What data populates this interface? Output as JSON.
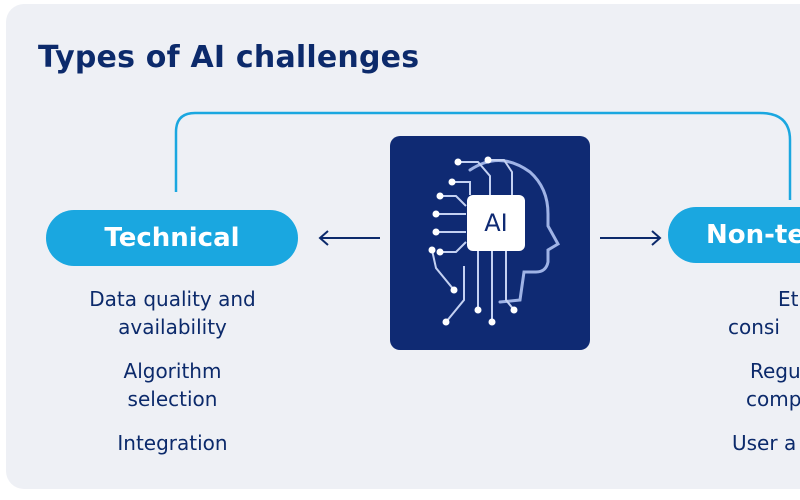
{
  "title": "Types of AI challenges",
  "center": {
    "chip_label": "AI"
  },
  "left": {
    "label": "Technical",
    "items": [
      {
        "line1": "Data quality and",
        "line2": "availability"
      },
      {
        "line1": "Algorithm",
        "line2": "selection"
      },
      {
        "line1": "Integration",
        "line2": ""
      }
    ]
  },
  "right": {
    "label": "Non-te",
    "items": [
      {
        "line1": "Et",
        "line2": "consi"
      },
      {
        "line1": "Regu",
        "line2": "comp"
      },
      {
        "line1": "User a",
        "line2": ""
      }
    ]
  },
  "colors": {
    "panel_bg": "#eef0f5",
    "navy": "#0c2a6b",
    "accent": "#1aa7e0",
    "ai_box": "#0f2a73"
  },
  "icons": [
    "ai-head-circuit-icon",
    "arrow-left-icon",
    "arrow-right-icon"
  ]
}
